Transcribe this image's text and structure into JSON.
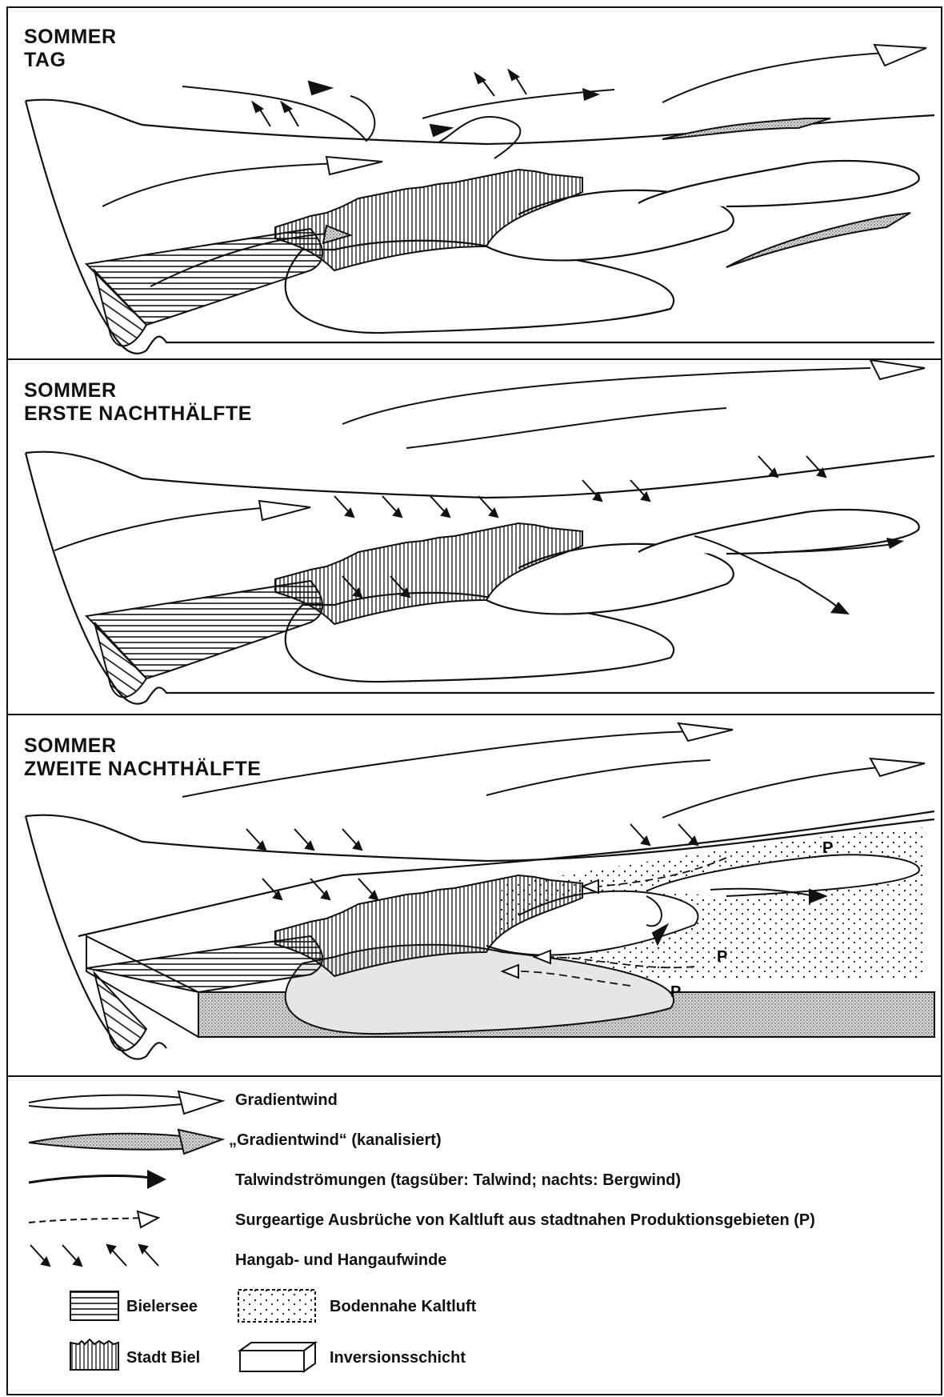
{
  "panels": [
    {
      "title_line1": "SOMMER",
      "title_line2": "TAG"
    },
    {
      "title_line1": "SOMMER",
      "title_line2": "ERSTE NACHTHÄLFTE"
    },
    {
      "title_line1": "SOMMER",
      "title_line2": "ZWEITE NACHTHÄLFTE"
    }
  ],
  "production_label": "P",
  "legend": {
    "gradientwind": "Gradientwind",
    "gradientwind_channeled": "„Gradientwind“ (kanalisiert)",
    "talwind": "Talwindströmungen (tagsüber: Talwind; nachts: Bergwind)",
    "surge": "Surgeartige Ausbrüche von Kaltluft aus stadtnahen Produktionsgebieten (P)",
    "slope_winds": "Hangab- und Hangaufwinde",
    "lake": "Bielersee",
    "cold_air": "Bodennahe Kaltluft",
    "city": "Stadt Biel",
    "inversion": "Inversionsschicht"
  }
}
